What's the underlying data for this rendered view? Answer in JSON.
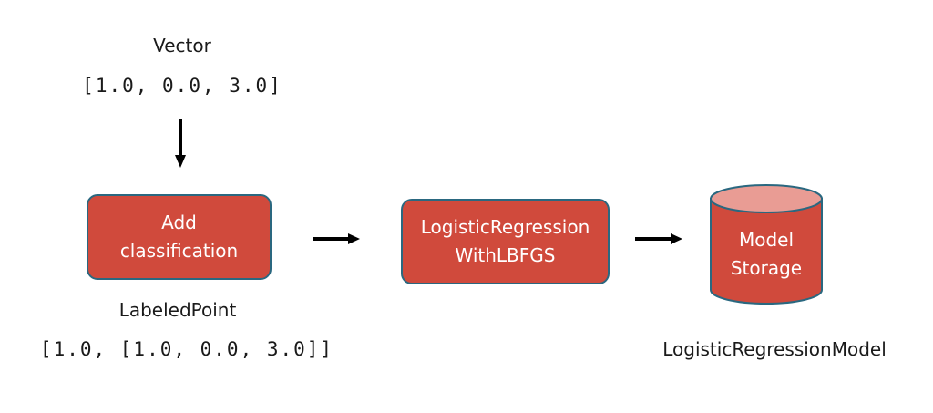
{
  "input": {
    "title": "Vector",
    "value": "[1.0, 0.0, 3.0]"
  },
  "steps": {
    "add_classification": {
      "line1": "Add",
      "line2": "classification"
    },
    "trainer": {
      "line1": "LogisticRegression",
      "line2": "WithLBFGS"
    },
    "storage": {
      "line1": "Model",
      "line2": "Storage"
    }
  },
  "labeled_point": {
    "title": "LabeledPoint",
    "value": "[1.0, [1.0, 0.0, 3.0]]"
  },
  "output": {
    "title": "LogisticRegressionModel"
  },
  "colors": {
    "box_fill": "#d04a3c",
    "box_border": "#2a6880",
    "cylinder_top": "#e99c94",
    "arrow": "#000000"
  }
}
